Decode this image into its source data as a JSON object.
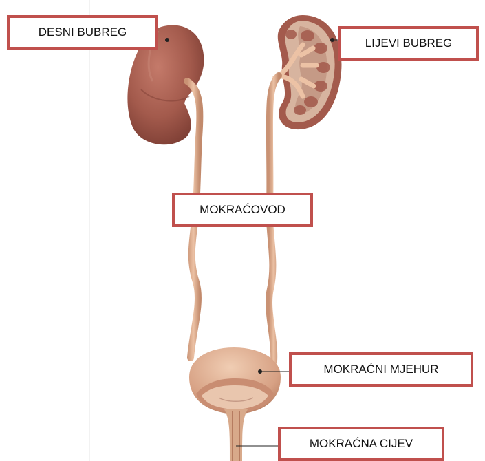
{
  "labels": {
    "right_kidney": "DESNI BUBREG",
    "left_kidney": "LIJEVI BUBREG",
    "ureter": "MOKRAĆOVOD",
    "bladder": "MOKRAĆNI MJEHUR",
    "urethra": "MOKRAĆNA CIJEV"
  },
  "colors": {
    "label_border": "#c0504d",
    "kidney": "#a35a4c",
    "kidney_dark": "#7d3e34",
    "ureter": "#d8a98a",
    "bladder": "#d9a78a",
    "leader_line": "#222222"
  }
}
